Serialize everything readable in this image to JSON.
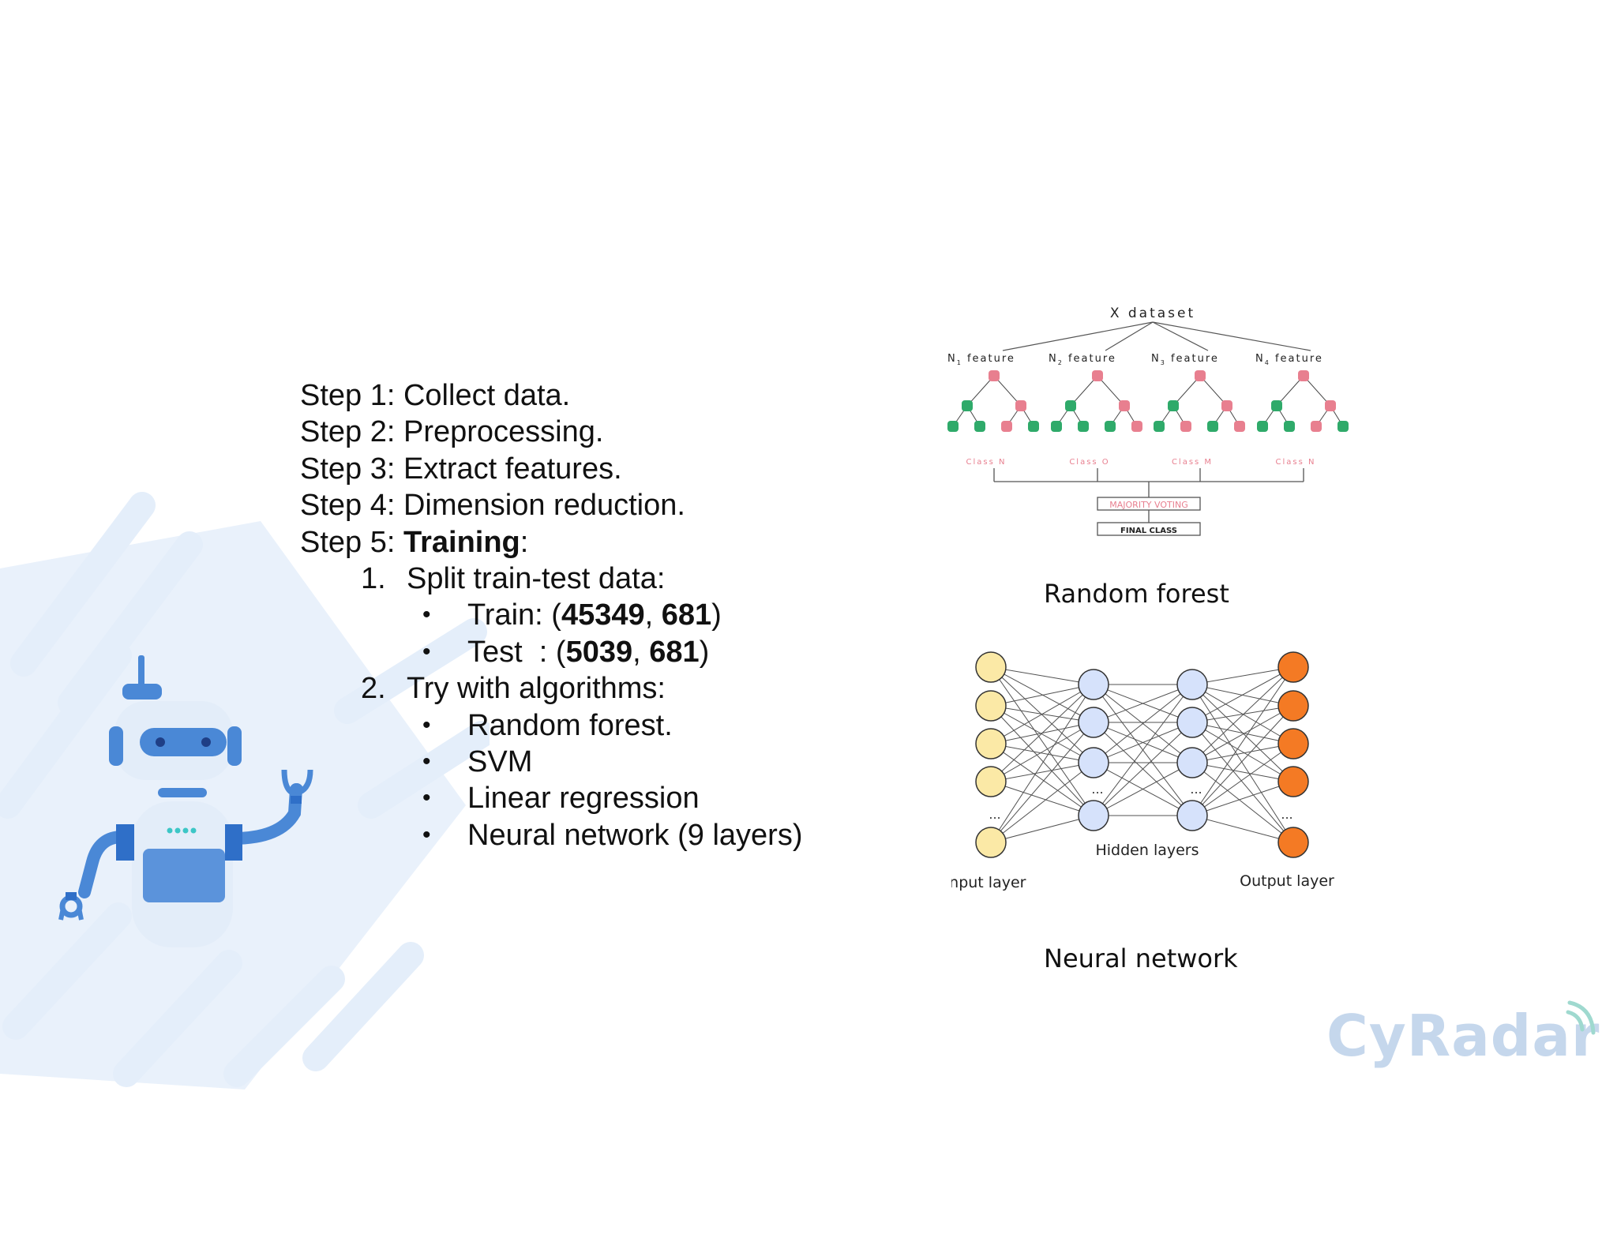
{
  "steps": {
    "s1": "Step 1: Collect data.",
    "s2": "Step 2: Preprocessing.",
    "s3": "Step 3: Extract features.",
    "s4": "Step 4: Dimension reduction.",
    "s5_prefix": "Step 5: ",
    "s5_bold": "Training",
    "s5_suffix": ":",
    "sub1": {
      "num": "1.",
      "label": "Split train-test data:"
    },
    "train": {
      "prefix": "Train: (",
      "rows": "45349",
      "sep": ", ",
      "cols": "681",
      "suffix": ")"
    },
    "test": {
      "prefix": "Test  : (",
      "rows": "5039",
      "sep": ", ",
      "cols": "681",
      "suffix": ")"
    },
    "sub2": {
      "num": "2.",
      "label": "Try with algorithms:"
    },
    "algorithms": [
      "Random forest.",
      "SVM",
      "Linear regression",
      "Neural network (9 layers)"
    ]
  },
  "random_forest": {
    "caption": "Random forest",
    "dataset_label": "X dataset",
    "features": [
      {
        "n": "N",
        "sub": "1",
        "word": "feature"
      },
      {
        "n": "N",
        "sub": "2",
        "word": "feature"
      },
      {
        "n": "N",
        "sub": "3",
        "word": "feature"
      },
      {
        "n": "N",
        "sub": "4",
        "word": "feature"
      }
    ],
    "classes": [
      "Class N",
      "Class O",
      "Class M",
      "Class N"
    ],
    "voting": "MAJORITY VOTING",
    "final": "FINAL CLASS"
  },
  "neural_network": {
    "caption": "Neural network",
    "input_label": "Input layer",
    "hidden_label": "Hidden layers",
    "output_label": "Output layer",
    "ellipsis": "..."
  },
  "logo": {
    "text": "CyRadar"
  },
  "colors": {
    "tree_red": "#e87f8f",
    "tree_green": "#2faa6a",
    "class_text": "#e87f8f",
    "input_node": "#fbe9a6",
    "hidden_node": "#d6e2fb",
    "output_node": "#f47a24",
    "logo": "#c5d7ec",
    "robot_blue": "#4a88d6",
    "chip_bg": "#e8f0fb"
  }
}
